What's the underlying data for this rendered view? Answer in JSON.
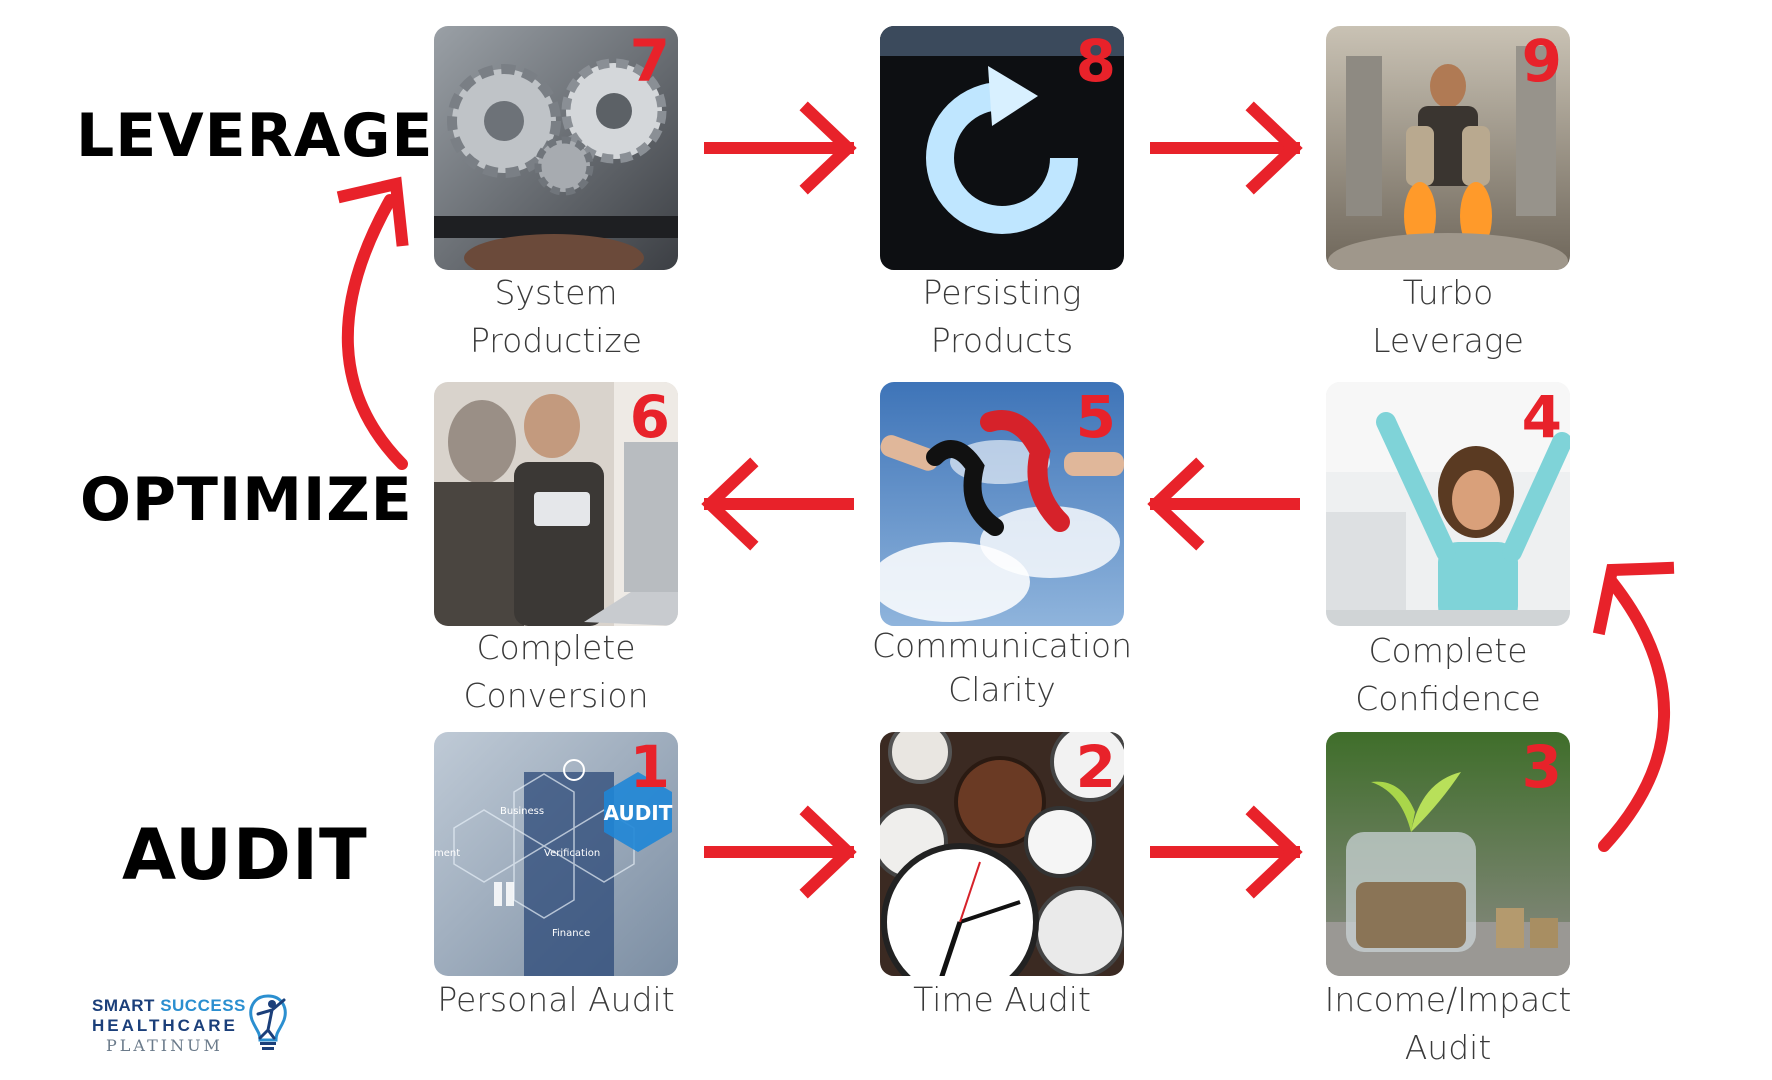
{
  "rows": {
    "leverage": "LEVERAGE",
    "optimize": "OPTIMIZE",
    "audit": "AUDIT"
  },
  "steps": {
    "s1": {
      "number": "1",
      "caption": [
        "Personal Audit"
      ],
      "overlay": [
        "AUDIT",
        "Business",
        "Verification",
        "Finance",
        "ment"
      ]
    },
    "s2": {
      "number": "2",
      "caption": [
        "Time Audit"
      ]
    },
    "s3": {
      "number": "3",
      "caption": [
        "Income/Impact",
        "Audit"
      ]
    },
    "s4": {
      "number": "4",
      "caption": [
        "Complete",
        "Confidence"
      ]
    },
    "s5": {
      "number": "5",
      "caption": [
        "Communication",
        "Clarity"
      ]
    },
    "s6": {
      "number": "6",
      "caption": [
        "Complete",
        "Conversion"
      ]
    },
    "s7": {
      "number": "7",
      "caption": [
        "System",
        "Productize"
      ]
    },
    "s8": {
      "number": "8",
      "caption": [
        "Persisting",
        "Products"
      ]
    },
    "s9": {
      "number": "9",
      "caption": [
        "Turbo",
        "Leverage"
      ]
    }
  },
  "logo": {
    "smart": "SMART",
    "success": "SUCCESS",
    "healthcare": "HEALTHCARE",
    "platinum": "PLATINUM"
  },
  "colors": {
    "arrow": "#e8222a",
    "badge": "#e8222a",
    "label": "#000000",
    "caption": "#3a3a3a"
  }
}
